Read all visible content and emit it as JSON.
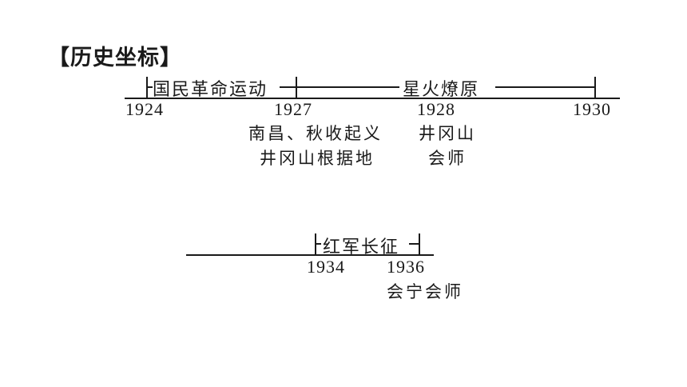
{
  "heading": "【历史坐标】",
  "timeline1": {
    "segments": [
      "国民革命运动",
      "星火燎原"
    ],
    "years": [
      "1924",
      "1927",
      "1928",
      "1930"
    ],
    "events": [
      {
        "lines": [
          "南昌、秋收起义",
          "井冈山根据地"
        ]
      },
      {
        "lines": [
          "井冈山",
          "会师"
        ]
      }
    ]
  },
  "timeline2": {
    "segments": [
      "红军长征"
    ],
    "years": [
      "1934",
      "1936"
    ],
    "events": [
      {
        "lines": [
          "会宁会师"
        ]
      }
    ]
  }
}
